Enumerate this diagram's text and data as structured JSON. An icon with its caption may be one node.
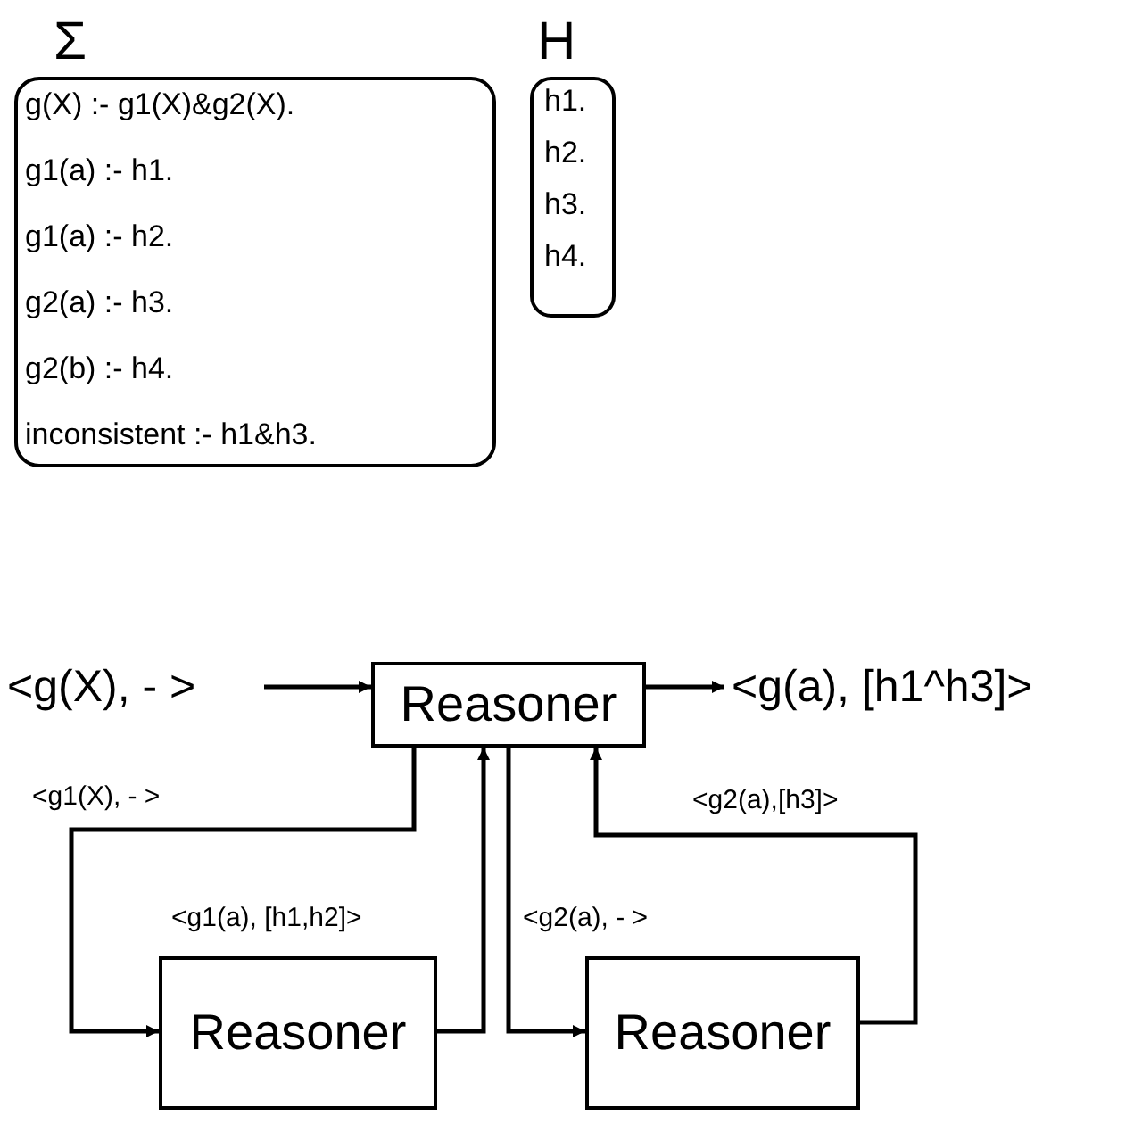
{
  "diagram": {
    "nodes": [
      {
        "text": [
          "Σ",
          "g(X) :- g1(X)&g2(X).",
          "g1(a) :- h1.",
          "g1(a) :- h2.",
          "g2(a) :- h3.",
          "g2(b) :- h4.",
          "inconsistent :- h1&h3."
        ]
      },
      {
        "text": [
          "H",
          "h1.",
          "h2.",
          "h3.",
          "h4."
        ]
      },
      {
        "text": [
          "<g(X), - >"
        ]
      },
      {
        "text": [
          "Reasoner"
        ]
      },
      {
        "text": [
          "<g(a), [h1^h3]>"
        ]
      },
      {
        "text": [
          "Reasoner"
        ]
      },
      {
        "text": [
          "Reasoner"
        ]
      }
    ],
    "edges": [
      {
        "from": 2,
        "to": 3,
        "arrow": "to"
      },
      {
        "from": 3,
        "to": 4,
        "arrow": "to"
      },
      {
        "from": 3,
        "to": 5,
        "arrow": "to",
        "label": "<g1(X), - >"
      },
      {
        "from": 5,
        "to": 3,
        "arrow": "to",
        "label": "<g1(a), [h1,h2]>"
      },
      {
        "from": 3,
        "to": 6,
        "arrow": "to",
        "label": "<g2(a), - >"
      },
      {
        "from": 6,
        "to": 3,
        "arrow": "to",
        "label": "<g2(a),[h3]>"
      }
    ]
  }
}
